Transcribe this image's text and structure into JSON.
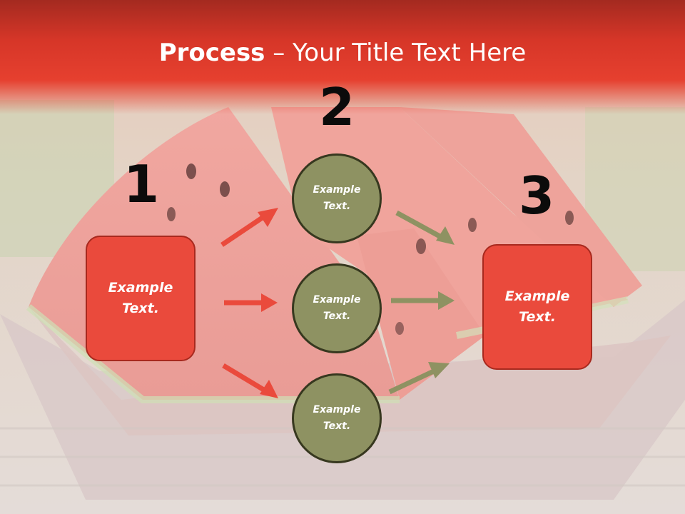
{
  "title": {
    "bold": "Process",
    "rest": " – Your Title Text Here"
  },
  "steps": {
    "n1": "1",
    "n2": "2",
    "n3": "3"
  },
  "left_box": {
    "text": "Example Text."
  },
  "right_box": {
    "text": "Example Text."
  },
  "circles": [
    {
      "text": "Example Text."
    },
    {
      "text": "Example Text."
    },
    {
      "text": "Example Text."
    }
  ],
  "colors": {
    "red_accent": "#ea4a3c",
    "olive_accent": "#8e9262",
    "title_band": "#d63628"
  }
}
